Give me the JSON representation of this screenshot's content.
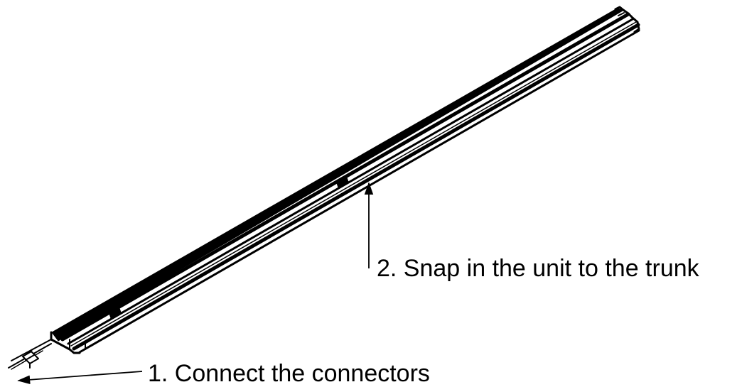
{
  "diagram": {
    "steps": [
      {
        "number": 1,
        "text": "1. Connect the connectors"
      },
      {
        "number": 2,
        "text": "2. Snap in the unit to the trunk"
      }
    ],
    "colors": {
      "line": "#000000",
      "background": "#ffffff"
    }
  }
}
